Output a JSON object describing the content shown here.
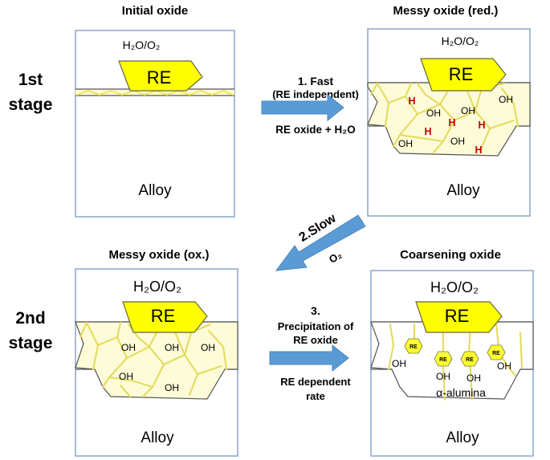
{
  "stages": {
    "first": [
      "1st",
      "stage"
    ],
    "second": [
      "2nd",
      "stage"
    ]
  },
  "panels": {
    "initial": {
      "title": "Initial oxide",
      "gas": "H₂O/O₂",
      "particle": "RE",
      "substrate": "Alloy"
    },
    "messy_red": {
      "title": "Messy oxide (red.)",
      "gas": "H₂O/O₂",
      "particle": "RE",
      "substrate": "Alloy",
      "hydroxyl": "OH",
      "hydrogen": "H"
    },
    "messy_ox": {
      "title": "Messy oxide (ox.)",
      "gas": "H₂O/O₂",
      "particle": "RE",
      "substrate": "Alloy",
      "hydroxyl": "OH"
    },
    "coarsening": {
      "title": "Coarsening oxide",
      "gas": "H₂O/O₂",
      "particle": "RE",
      "substrate": "Alloy",
      "hydroxyl": "OH",
      "seed_label": "RE",
      "phase": "α-alumina"
    }
  },
  "steps": {
    "step1": {
      "number": "1. Fast",
      "note": "(RE independent)",
      "product": "RE oxide + H₂O"
    },
    "step2": {
      "label": "2.Slow",
      "reagent": "O₂"
    },
    "step3": {
      "number": "3.",
      "lines": [
        "Precipitation of",
        "RE oxide"
      ],
      "rate": [
        "RE dependent",
        "rate"
      ]
    }
  },
  "colors": {
    "panel_border": "#8aa6c6",
    "re_particle": "#ffff00",
    "grain_boundary": "#f2e85a",
    "arrow": "#5b9bd5",
    "hydrogen": "#c00000"
  }
}
